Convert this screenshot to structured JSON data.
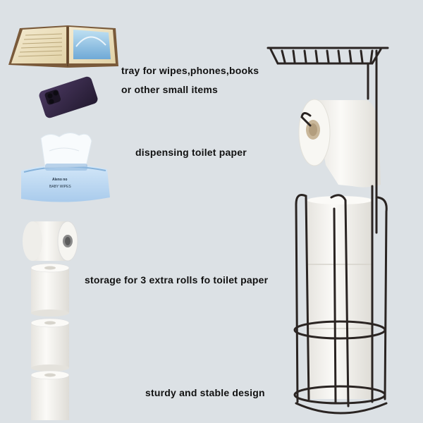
{
  "captions": {
    "tray_line1": "tray for wipes,phones,books",
    "tray_line2": "or other small items",
    "dispensing": "dispensing toilet paper",
    "storage": "storage for 3 extra rolls fo toilet paper",
    "sturdy": "sturdy and stable design"
  },
  "wipes_pack": {
    "brand": "Aleno no",
    "label": "BABY WIPES"
  },
  "colors": {
    "background": "#dce1e5",
    "metal": "#2a2422",
    "paper": "#f4f3ef",
    "wipes_pack": "#bcd8f2",
    "phone": "#3a2a48"
  }
}
